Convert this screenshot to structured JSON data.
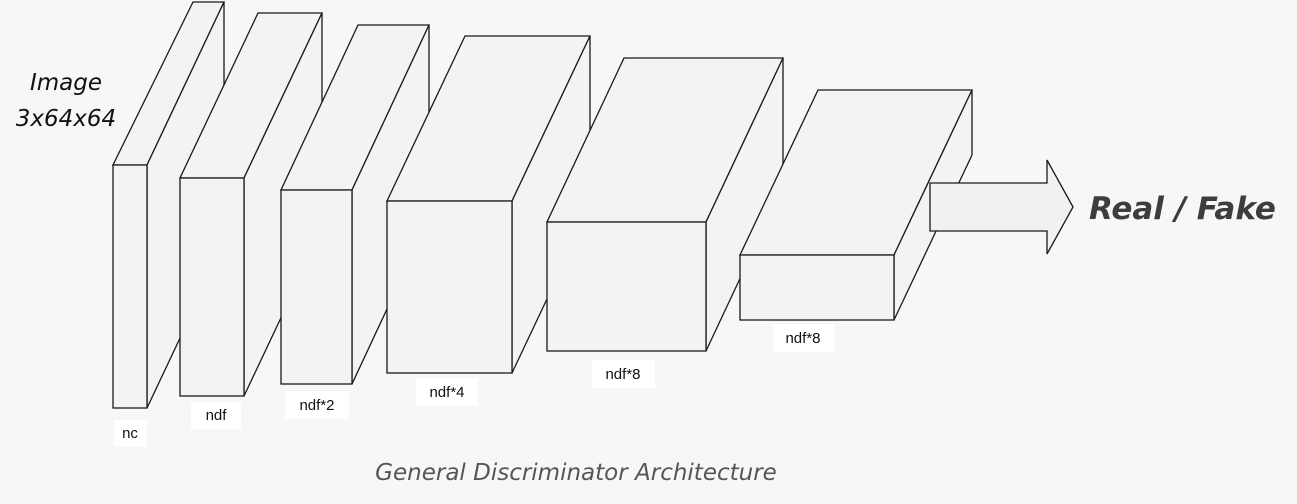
{
  "input": {
    "title_line1": "Image",
    "title_line2": "3x64x64"
  },
  "layers": [
    {
      "label": "nc"
    },
    {
      "label": "ndf"
    },
    {
      "label": "ndf*2"
    },
    {
      "label": "ndf*4"
    },
    {
      "label": "ndf*8"
    },
    {
      "label": "ndf*8"
    }
  ],
  "output": {
    "label": "Real / Fake"
  },
  "caption": "General Discriminator Architecture"
}
